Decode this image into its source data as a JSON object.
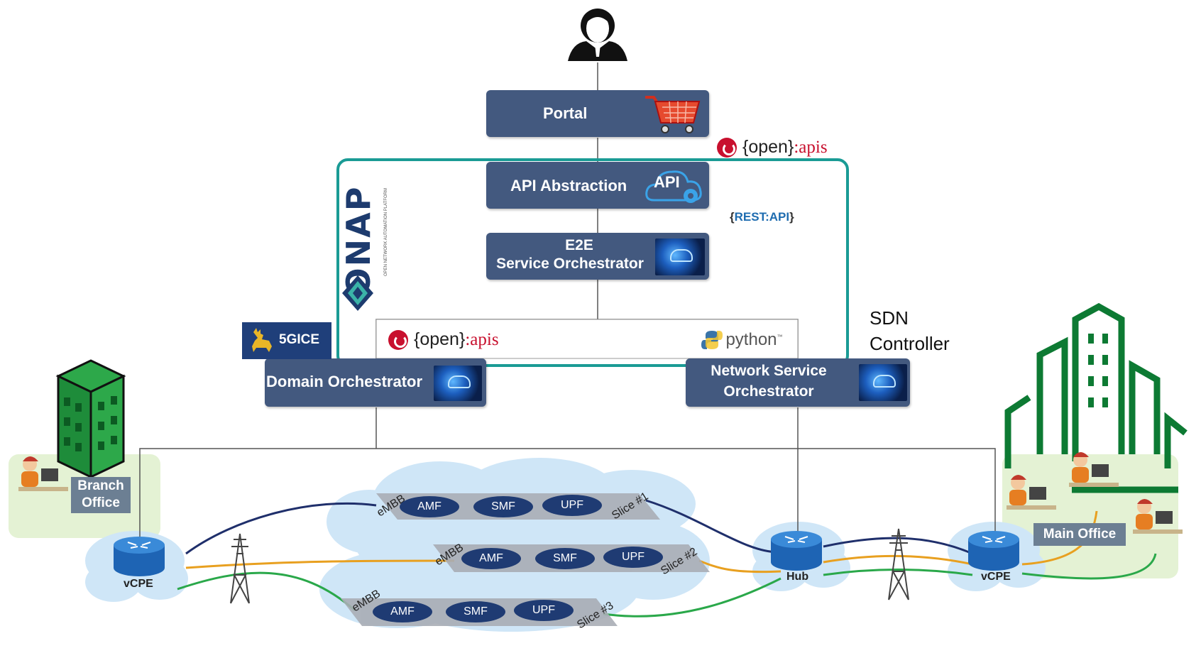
{
  "diagram": {
    "portal": "Portal",
    "api_abstraction": "API Abstraction",
    "api_badge": "API",
    "e2e_line1": "E2E",
    "e2e_line2": "Service Orchestrator",
    "domain_orchestrator": "Domain Orchestrator",
    "nso_line1": "Network Service",
    "nso_line2": "Orchestrator",
    "sdn_line1": "SDN",
    "sdn_line2": "Controller",
    "onap_logo": "ONAP",
    "onap_tagline": "OPEN NETWORK AUTOMATION PLATFORM",
    "fivegice": "5GICE",
    "rest_api_open": "{",
    "rest_api_text": "REST:API",
    "rest_api_close": "}",
    "openapi_brace": "{open}",
    "openapi_suffix": ":apis",
    "python": "python",
    "python_tm": "™",
    "branch_line1": "Branch",
    "branch_line2": "Office",
    "main_office": "Main Office",
    "vcpe_left": "vCPE",
    "vcpe_right": "vCPE",
    "hub": "Hub",
    "slices": [
      {
        "embb": "eMBB",
        "amf": "AMF",
        "smf": "SMF",
        "upf": "UPF",
        "slice": "Slice #1"
      },
      {
        "embb": "eMBB",
        "amf": "AMF",
        "smf": "SMF",
        "upf": "UPF",
        "slice": "Slice #2"
      },
      {
        "embb": "eMBB",
        "amf": "AMF",
        "smf": "SMF",
        "upf": "UPF",
        "slice": "Slice #3"
      }
    ]
  },
  "colors": {
    "box": "#43597f",
    "onap_border": "#1a9b95",
    "slice1": "#1f2f6b",
    "slice2": "#e8a020",
    "slice3": "#2aa84a",
    "cloud": "#cfe6f7",
    "office_bg": "#e4f2d4",
    "building_green": "#0d7a33"
  }
}
